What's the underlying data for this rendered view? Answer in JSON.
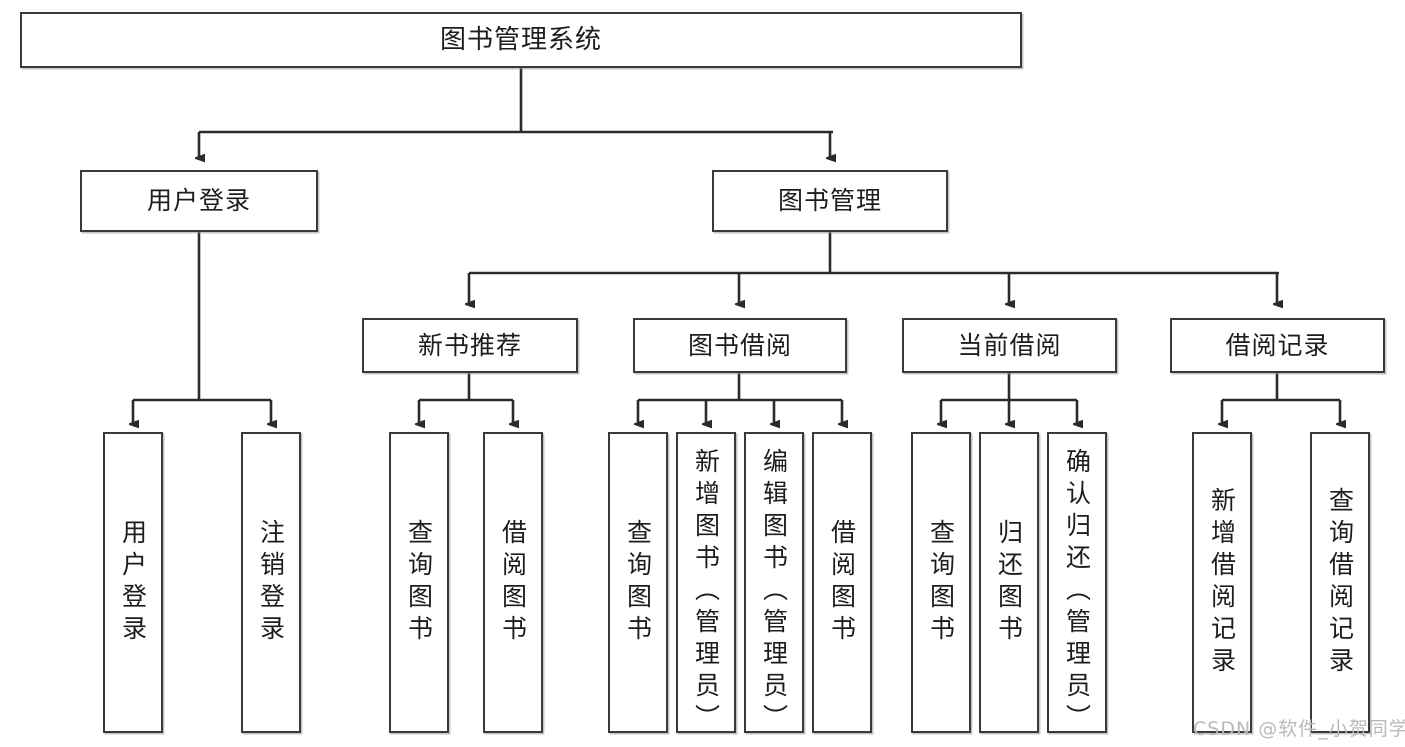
{
  "diagram": {
    "type": "tree-hierarchy-chart",
    "title": "图书管理系统",
    "watermark": "CSDN @软件_小贺同学",
    "colors": {
      "box_border": "#3a3a3a",
      "box_fill": "#ffffff",
      "connector": "#2b2b2b",
      "text": "#1d1d1d",
      "watermark": "#b9b9b9"
    },
    "root": {
      "label": "图书管理系统"
    },
    "level2": [
      {
        "label": "用户登录"
      },
      {
        "label": "图书管理"
      }
    ],
    "level3": [
      {
        "label": "新书推荐"
      },
      {
        "label": "图书借阅"
      },
      {
        "label": "当前借阅"
      },
      {
        "label": "借阅记录"
      }
    ],
    "leaves": {
      "user_login": [
        {
          "label": "用户登录"
        },
        {
          "label": "注销登录"
        }
      ],
      "new_book_recommend": [
        {
          "label": "查询图书"
        },
        {
          "label": "借阅图书"
        }
      ],
      "book_borrow": [
        {
          "label": "查询图书"
        },
        {
          "label": "新增图书（管理员）"
        },
        {
          "label": "编辑图书（管理员）"
        },
        {
          "label": "借阅图书"
        }
      ],
      "current_borrow": [
        {
          "label": "查询图书"
        },
        {
          "label": "归还图书"
        },
        {
          "label": "确认归还（管理员）"
        }
      ],
      "borrow_records": [
        {
          "label": "新增借阅记录"
        },
        {
          "label": "查询借阅记录"
        }
      ]
    }
  }
}
